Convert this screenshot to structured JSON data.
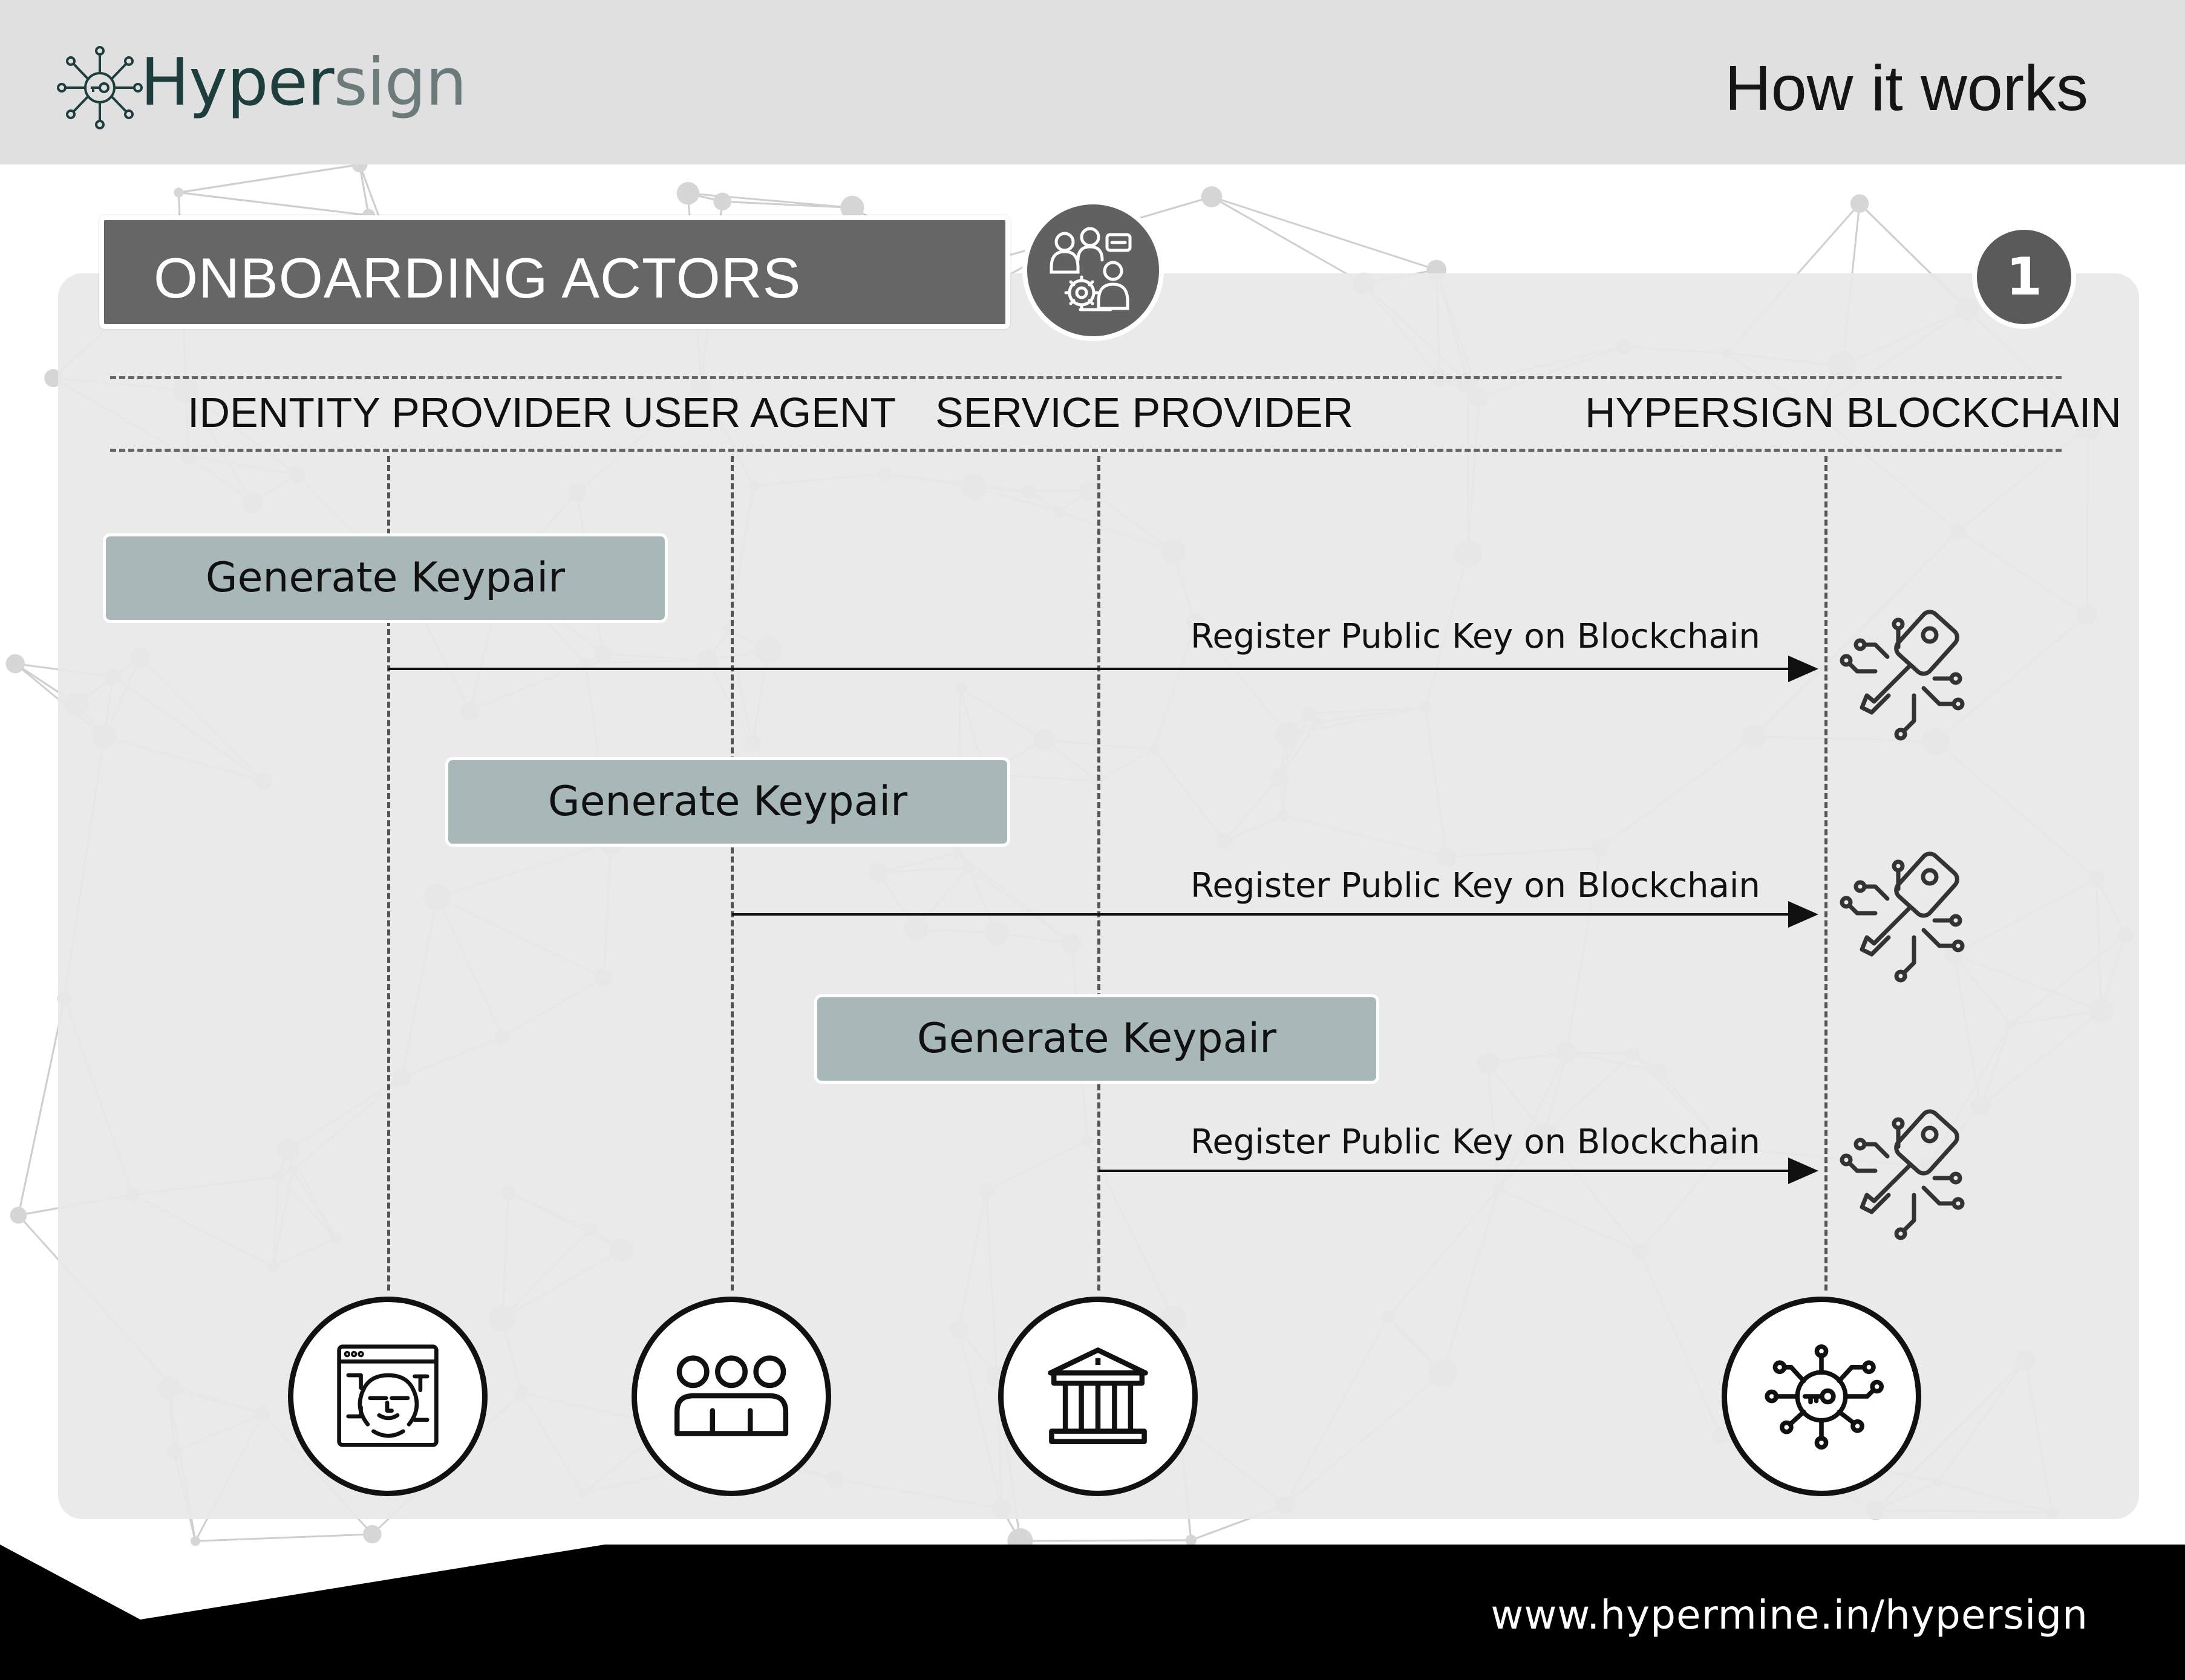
{
  "header": {
    "brand_prefix": "Hyper",
    "brand_suffix": "sign",
    "page_title": "How it works"
  },
  "section": {
    "title": "ONBOARDING ACTORS",
    "step": "1"
  },
  "columns": [
    {
      "label": "IDENTITY PROVIDER"
    },
    {
      "label": "USER AGENT"
    },
    {
      "label": "SERVICE PROVIDER"
    },
    {
      "label": "HYPERSIGN BLOCKCHAIN"
    }
  ],
  "steps": [
    {
      "box_label": "Generate Keypair",
      "arrow_label": "Register Public Key on Blockchain"
    },
    {
      "box_label": "Generate Keypair",
      "arrow_label": "Register Public Key on Blockchain"
    },
    {
      "box_label": "Generate Keypair",
      "arrow_label": "Register Public Key on Blockchain"
    }
  ],
  "icons": {
    "brand": "hypersign-logo-icon",
    "section": "team-settings-icon",
    "chip": "key-circuit-icon",
    "actors": [
      "identity-provider-icon",
      "user-group-icon",
      "bank-building-icon",
      "blockchain-network-icon"
    ]
  },
  "colors": {
    "header_bg": "#e0e0e0",
    "panel_bg": "#e8e8e8",
    "title_bg": "#666666",
    "box_bg": "#a8b8b8",
    "footer_bg": "#000000",
    "brand": "#1e3e3e"
  },
  "footer": {
    "url": "www.hypermine.in/hypersign"
  }
}
